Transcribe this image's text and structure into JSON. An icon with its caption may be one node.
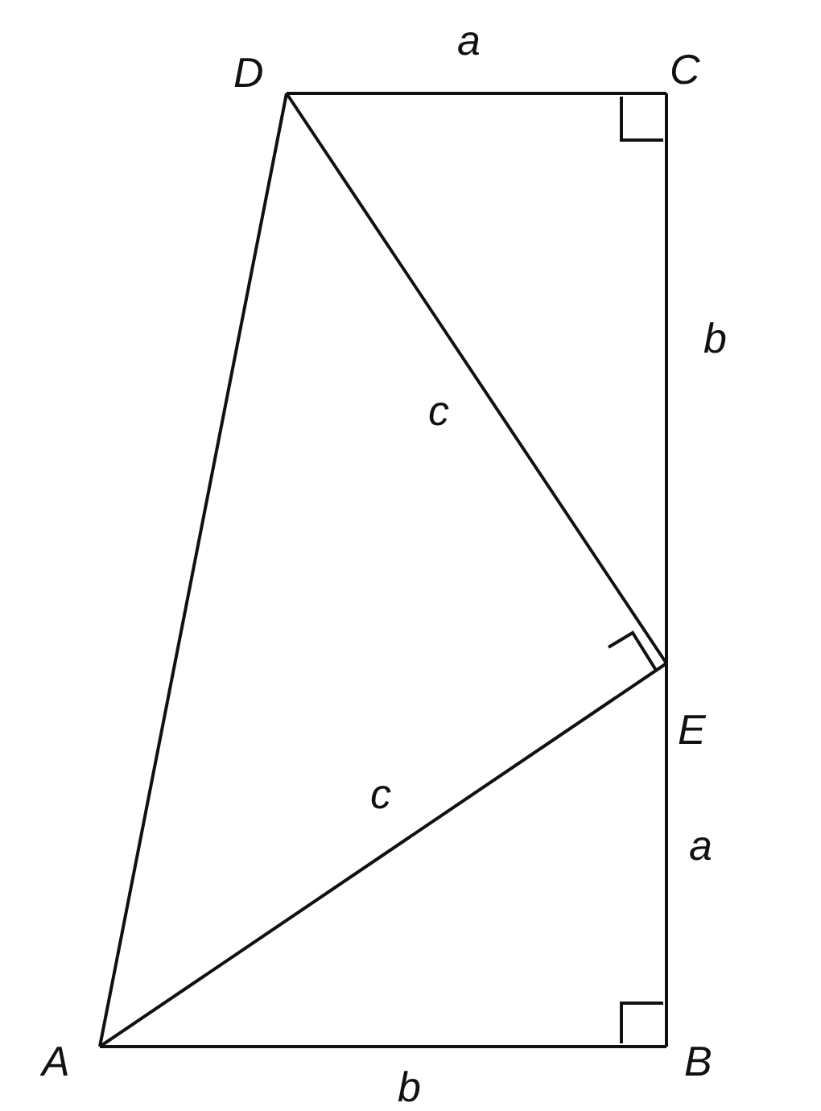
{
  "diagram": {
    "nodes": [
      {
        "text": [
          "D"
        ]
      },
      {
        "text": [
          "C"
        ]
      },
      {
        "text": [
          "E"
        ]
      },
      {
        "text": [
          "A"
        ]
      },
      {
        "text": [
          "B"
        ]
      }
    ],
    "edges": [
      {
        "from": 0,
        "to": 1,
        "arrow": "none",
        "label": "a"
      },
      {
        "from": 1,
        "to": 2,
        "arrow": "none",
        "label": "b"
      },
      {
        "from": 0,
        "to": 2,
        "arrow": "none",
        "label": "c"
      },
      {
        "from": 0,
        "to": 3,
        "arrow": "none"
      },
      {
        "from": 3,
        "to": 2,
        "arrow": "none",
        "label": "c"
      },
      {
        "from": 2,
        "to": 4,
        "arrow": "none",
        "label": "a"
      },
      {
        "from": 3,
        "to": 4,
        "arrow": "none",
        "label": "b"
      }
    ]
  }
}
